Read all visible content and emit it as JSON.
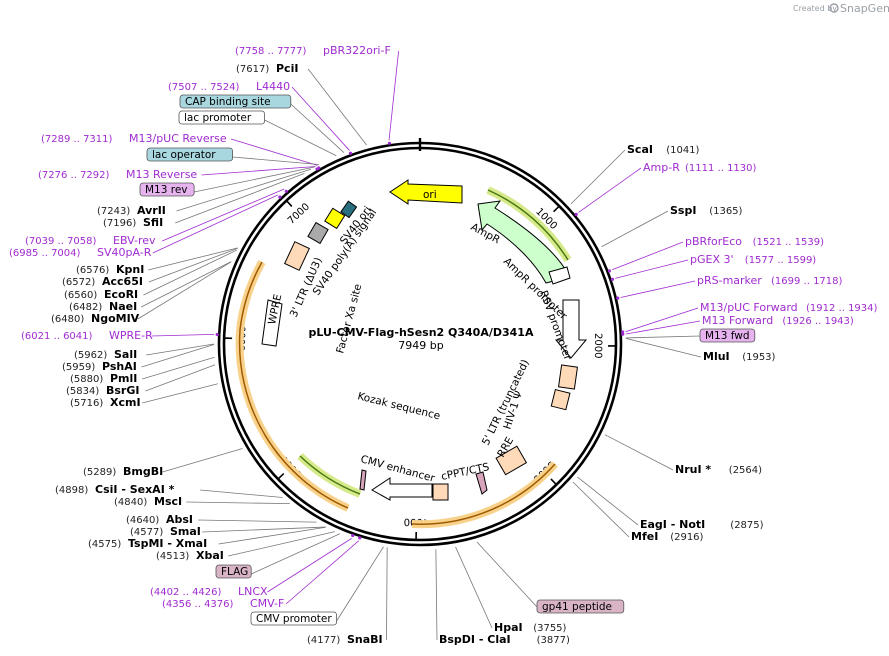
{
  "brand": {
    "created_by": "Created by",
    "name": "SnapGene"
  },
  "plasmid": {
    "name": "pLU-CMV-Flag-hSesn2 Q340A/D341A",
    "length": "7949 bp"
  },
  "ticks": [
    "1000",
    "2000",
    "3000",
    "4000",
    "5000",
    "6000",
    "7000"
  ],
  "colors": {
    "primer": "#a02bd0",
    "ori": "#ffff00",
    "ampr": "#ccffcc",
    "ltr": "#ffdab9",
    "cap_box": "#a9d7e0",
    "m13_box": "#e6b3ef",
    "flag_box": "#d8b4c6"
  },
  "left_labels": [
    {
      "kind": "primer",
      "pos": "(7758 .. 7777)",
      "name": "pBR322ori-F"
    },
    {
      "kind": "enzyme",
      "pos": "(7617)",
      "name": "PciI"
    },
    {
      "kind": "primer",
      "pos": "(7507 .. 7524)",
      "name": "L4440"
    },
    {
      "kind": "boxed",
      "name": "CAP binding site"
    },
    {
      "kind": "outlined",
      "name": "lac promoter"
    },
    {
      "kind": "primer",
      "pos": "(7289 .. 7311)",
      "name": "M13/pUC Reverse"
    },
    {
      "kind": "boxed",
      "name": "lac operator"
    },
    {
      "kind": "primer",
      "pos": "(7276 .. 7292)",
      "name": "M13 Reverse"
    },
    {
      "kind": "boxed",
      "name": "M13 rev"
    },
    {
      "kind": "enzyme",
      "pos": "(7243)",
      "name": "AvrII"
    },
    {
      "kind": "enzyme",
      "pos": "(7196)",
      "name": "SfiI"
    },
    {
      "kind": "primer",
      "pos": "(7039 .. 7058)",
      "name": "EBV-rev"
    },
    {
      "kind": "primer",
      "pos": "(6985 .. 7004)",
      "name": "SV40pA-R"
    },
    {
      "kind": "enzyme",
      "pos": "(6576)",
      "name": "KpnI"
    },
    {
      "kind": "enzyme",
      "pos": "(6572)",
      "name": "Acc65I"
    },
    {
      "kind": "enzyme",
      "pos": "(6560)",
      "name": "EcoRI"
    },
    {
      "kind": "enzyme",
      "pos": "(6482)",
      "name": "NaeI"
    },
    {
      "kind": "enzyme",
      "pos": "(6480)",
      "name": "NgoMIV"
    },
    {
      "kind": "primer",
      "pos": "(6021 .. 6041)",
      "name": "WPRE-R"
    },
    {
      "kind": "enzyme",
      "pos": "(5962)",
      "name": "SalI"
    },
    {
      "kind": "enzyme",
      "pos": "(5959)",
      "name": "PshAI"
    },
    {
      "kind": "enzyme",
      "pos": "(5880)",
      "name": "PmlI"
    },
    {
      "kind": "enzyme",
      "pos": "(5834)",
      "name": "BsrGI"
    },
    {
      "kind": "enzyme",
      "pos": "(5716)",
      "name": "XcmI"
    },
    {
      "kind": "enzyme",
      "pos": "(5289)",
      "name": "BmgBI"
    },
    {
      "kind": "enzyme",
      "pos": "(4898)",
      "name": "CsiI - SexAI *"
    },
    {
      "kind": "enzyme",
      "pos": "(4840)",
      "name": "MscI"
    },
    {
      "kind": "enzyme",
      "pos": "(4640)",
      "name": "AbsI"
    },
    {
      "kind": "enzyme",
      "pos": "(4577)",
      "name": "SmaI"
    },
    {
      "kind": "enzyme",
      "pos": "(4575)",
      "name": "TspMI - XmaI"
    },
    {
      "kind": "enzyme",
      "pos": "(4513)",
      "name": "XbaI"
    },
    {
      "kind": "boxed",
      "name": "FLAG"
    },
    {
      "kind": "primer",
      "pos": "(4402 .. 4426)",
      "name": "LNCX"
    },
    {
      "kind": "primer",
      "pos": "(4356 .. 4376)",
      "name": "CMV-F"
    },
    {
      "kind": "outlined",
      "name": "CMV promoter"
    },
    {
      "kind": "enzyme",
      "pos": "(4177)",
      "name": "SnaBI"
    }
  ],
  "right_labels": [
    {
      "kind": "enzyme",
      "name": "ScaI",
      "pos": "(1041)"
    },
    {
      "kind": "primer",
      "name": "Amp-R",
      "pos": "(1111 .. 1130)"
    },
    {
      "kind": "enzyme",
      "name": "SspI",
      "pos": "(1365)"
    },
    {
      "kind": "primer",
      "name": "pBRforEco",
      "pos": "(1521 .. 1539)"
    },
    {
      "kind": "primer",
      "name": "pGEX 3'",
      "pos": "(1577 .. 1599)"
    },
    {
      "kind": "primer",
      "name": "pRS-marker",
      "pos": "(1699 .. 1718)"
    },
    {
      "kind": "primer",
      "name": "M13/pUC Forward",
      "pos": "(1912 .. 1934)"
    },
    {
      "kind": "primer",
      "name": "M13 Forward",
      "pos": "(1926 .. 1943)"
    },
    {
      "kind": "boxed",
      "name": "M13 fwd"
    },
    {
      "kind": "enzyme",
      "name": "MluI",
      "pos": "(1953)"
    },
    {
      "kind": "enzyme",
      "name": "NruI *",
      "pos": "(2564)"
    },
    {
      "kind": "enzyme",
      "name": "EagI - NotI",
      "pos": "(2875)"
    },
    {
      "kind": "enzyme",
      "name": "MfeI",
      "pos": "(2916)"
    },
    {
      "kind": "boxed",
      "name": "gp41 peptide"
    },
    {
      "kind": "enzyme",
      "name": "HpaI",
      "pos": "(3755)"
    },
    {
      "kind": "enzyme",
      "name": "BspDI - ClaI",
      "pos": "(3877)"
    }
  ],
  "features": [
    "ori",
    "AmpR",
    "AmpR promoter",
    "RSV promoter",
    "HIV-1 Ψ",
    "5' LTR (truncated)",
    "RRE",
    "cPPT/CTS",
    "CMV enhancer",
    "Kozak sequence",
    "Factor Xa site",
    "WPRE",
    "3' LTR (ΔU3)",
    "SV40 poly(A) signal",
    "SV40 ori"
  ]
}
